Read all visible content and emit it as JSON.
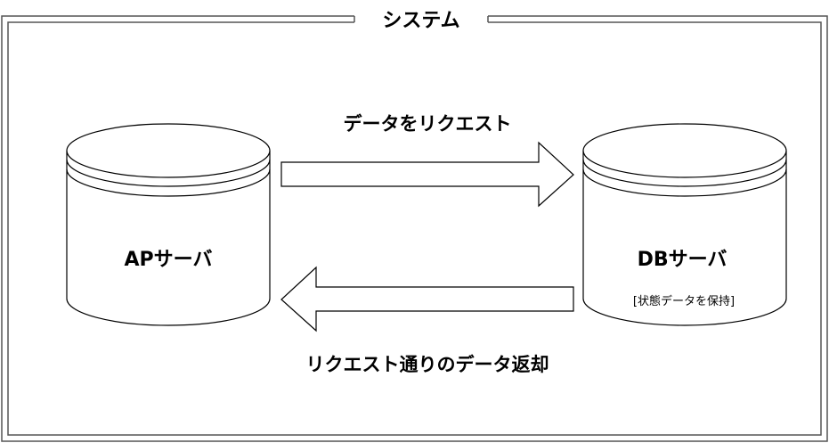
{
  "frame": {
    "title": "システム"
  },
  "nodes": {
    "ap_server": {
      "label": "APサーバ"
    },
    "db_server": {
      "label": "DBサーバ",
      "note": "[状態データを保持]"
    }
  },
  "edges": {
    "request": {
      "label": "データをリクエスト"
    },
    "response": {
      "label": "リクエスト通りのデータ返却"
    }
  },
  "colors": {
    "stroke": "#000000",
    "fill": "#ffffff",
    "frame_stroke": "#555555"
  }
}
